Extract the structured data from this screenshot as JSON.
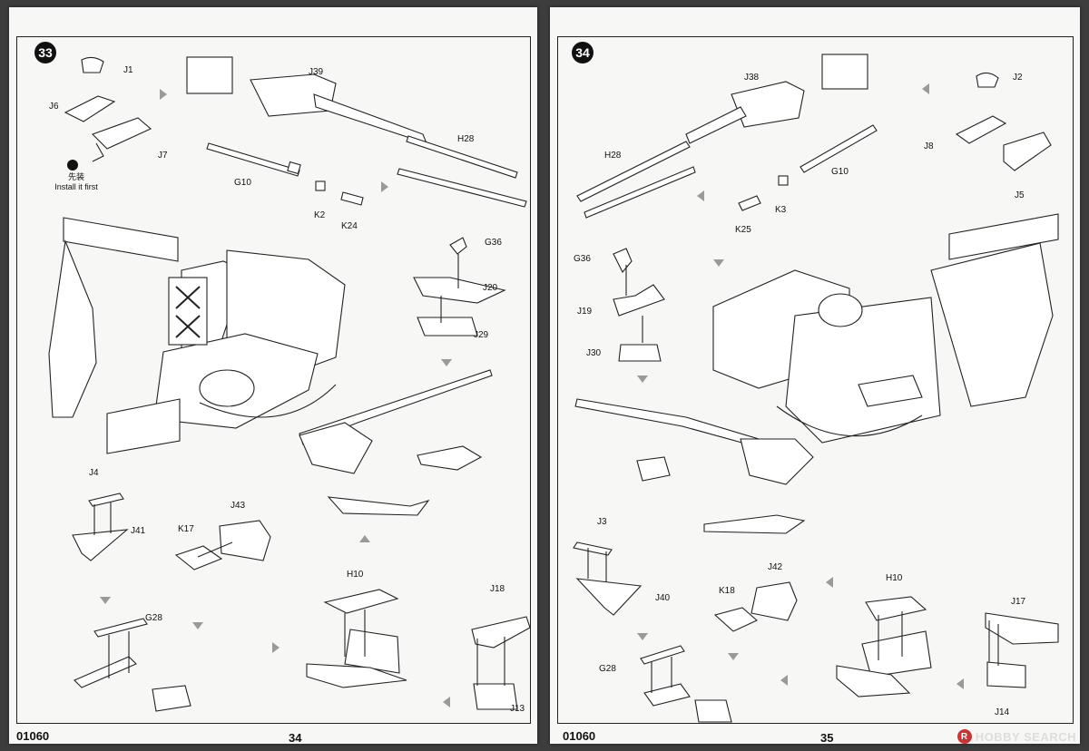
{
  "footer": {
    "code_left": "01060",
    "code_right": "01060",
    "page_left": "34",
    "page_right": "35"
  },
  "watermark": {
    "logo_letter": "R",
    "text": "HOBBY SEARCH"
  },
  "left": {
    "step": "33",
    "note_line1": "先装",
    "note_line2": "Install it first",
    "labels": {
      "J1": "J1",
      "J6": "J6",
      "J7": "J7",
      "J39": "J39",
      "H28": "H28",
      "G10": "G10",
      "K2": "K2",
      "K24": "K24",
      "G36": "G36",
      "J20": "J20",
      "J29": "J29",
      "J4": "J4",
      "J41": "J41",
      "J43": "J43",
      "K17": "K17",
      "H10": "H10",
      "J18": "J18",
      "G28": "G28",
      "J13": "J13"
    }
  },
  "right": {
    "step": "34",
    "labels": {
      "J38": "J38",
      "J2": "J2",
      "J8": "J8",
      "J5": "J5",
      "H28": "H28",
      "G10": "G10",
      "K3": "K3",
      "K25": "K25",
      "G36": "G36",
      "J19": "J19",
      "J30": "J30",
      "J3": "J3",
      "J40": "J40",
      "J42": "J42",
      "K18": "K18",
      "H10": "H10",
      "J17": "J17",
      "G28": "G28",
      "J14": "J14"
    }
  },
  "colors": {
    "page_bg": "#f7f7f5",
    "line": "#222222",
    "flow_arrow": "#9a9a9a"
  }
}
